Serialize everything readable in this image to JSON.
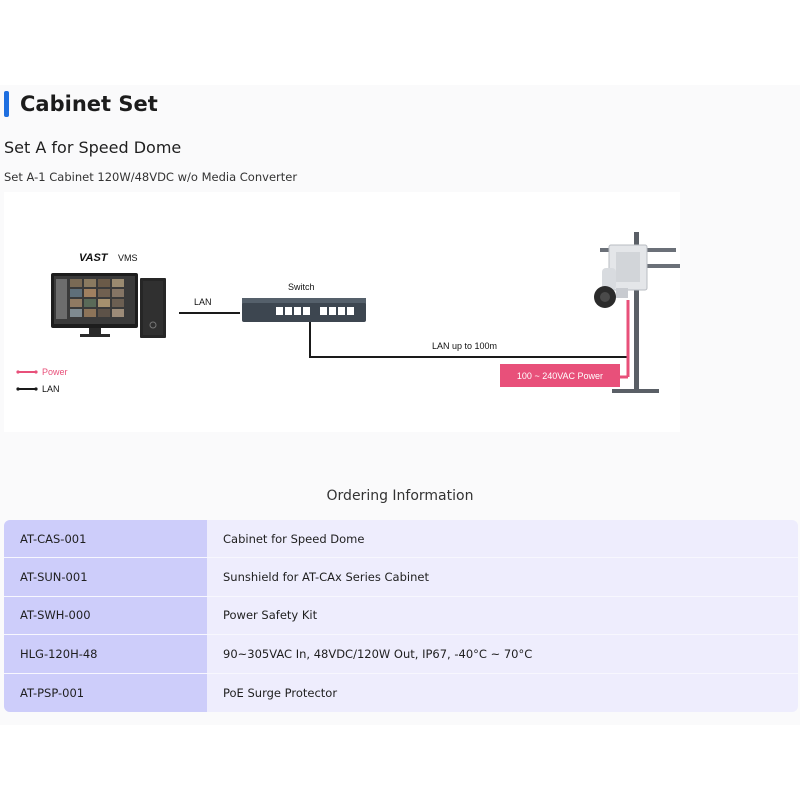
{
  "header": {
    "title": "Cabinet Set"
  },
  "set": {
    "heading": "Set A for Speed Dome",
    "caption": "Set A-1 Cabinet 120W/48VDC w/o Media Converter"
  },
  "diagram": {
    "vms_brand": "VAST",
    "vms_suffix": "VMS",
    "lan_label": "LAN",
    "switch_label": "Switch",
    "lan_distance_label": "LAN up to 100m",
    "power_label": "100 ~ 240VAC Power",
    "legend": [
      {
        "label": "Power",
        "color": "#e8507a"
      },
      {
        "label": "LAN",
        "color": "#1a1a1a"
      }
    ]
  },
  "ordering": {
    "title": "Ordering Information",
    "rows": [
      {
        "code": "AT-CAS-001",
        "description": "Cabinet for Speed Dome"
      },
      {
        "code": "AT-SUN-001",
        "description": "Sunshield for AT-CAx Series Cabinet"
      },
      {
        "code": "AT-SWH-000",
        "description": "Power Safety Kit"
      },
      {
        "code": "HLG-120H-48",
        "description": "90~305VAC In, 48VDC/120W Out, IP67, -40°C ~ 70°C"
      },
      {
        "code": "AT-PSP-001",
        "description": "PoE Surge Protector"
      }
    ]
  },
  "colors": {
    "accent": "#1e6fe0",
    "power": "#e8507a",
    "code_cell": "#cdcdfa",
    "desc_cell": "#eeedfd"
  }
}
